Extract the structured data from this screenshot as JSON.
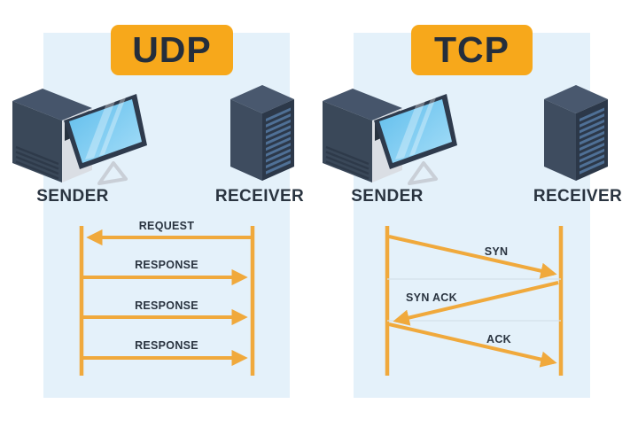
{
  "colors": {
    "page_background": "#ffffff",
    "panel_background": "#e4f1fa",
    "badge_background": "#f7a81b",
    "arrow_amber": "#f0a93c",
    "text_dark_navy": "#2a3440",
    "faint_guide_line": "#d4e1eb"
  },
  "udp": {
    "protocol_label": "UDP",
    "sender_label": "SENDER",
    "receiver_label": "RECEIVER",
    "messages": [
      {
        "label": "REQUEST",
        "direction": "receiver-to-sender"
      },
      {
        "label": "RESPONSE",
        "direction": "sender-to-receiver"
      },
      {
        "label": "RESPONSE",
        "direction": "sender-to-receiver"
      },
      {
        "label": "RESPONSE",
        "direction": "sender-to-receiver"
      }
    ]
  },
  "tcp": {
    "protocol_label": "TCP",
    "sender_label": "SENDER",
    "receiver_label": "RECEIVER",
    "messages": [
      {
        "label": "SYN",
        "direction": "sender-to-receiver"
      },
      {
        "label": "SYN ACK",
        "direction": "receiver-to-sender"
      },
      {
        "label": "ACK",
        "direction": "sender-to-receiver"
      }
    ]
  }
}
